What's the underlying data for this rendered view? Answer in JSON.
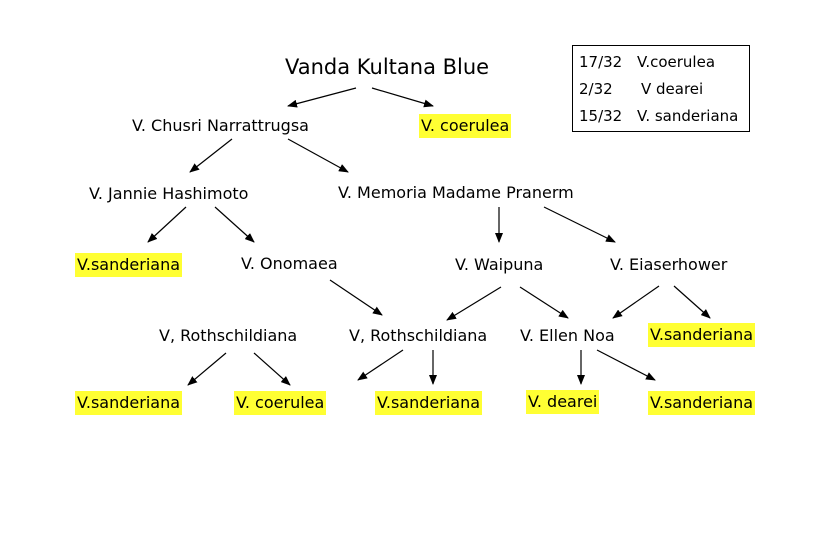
{
  "title": "Vanda Kultana Blue",
  "highlight_color": "#ffff33",
  "nodes": {
    "chusri": "V. Chusri  Narrattrugsa",
    "coerulea_top": "V. coerulea",
    "jannie": "V. Jannie Hashimoto",
    "memoria": "V. Memoria Madame Pranerm",
    "sand_l1": "V.sanderiana",
    "onomaea": "V. Onomaea",
    "waipuna": "V. Waipuna",
    "eiaser": "V. Eiaserhower",
    "roth_left": "V, Rothschildiana",
    "roth_mid": "V, Rothschildiana",
    "ellen": "V. Ellen Noa",
    "sand_r1": "V.sanderiana",
    "sand_b1": "V.sanderiana",
    "coer_b": "V. coerulea",
    "sand_b2": "V.sanderiana",
    "dearei_b": "V. dearei",
    "sand_b3": "V.sanderiana"
  },
  "legend": [
    {
      "fraction": "17/32",
      "name": "V.coerulea"
    },
    {
      "fraction": "2/32",
      "name": "V dearei"
    },
    {
      "fraction": "15/32",
      "name": "V. sanderiana"
    }
  ]
}
